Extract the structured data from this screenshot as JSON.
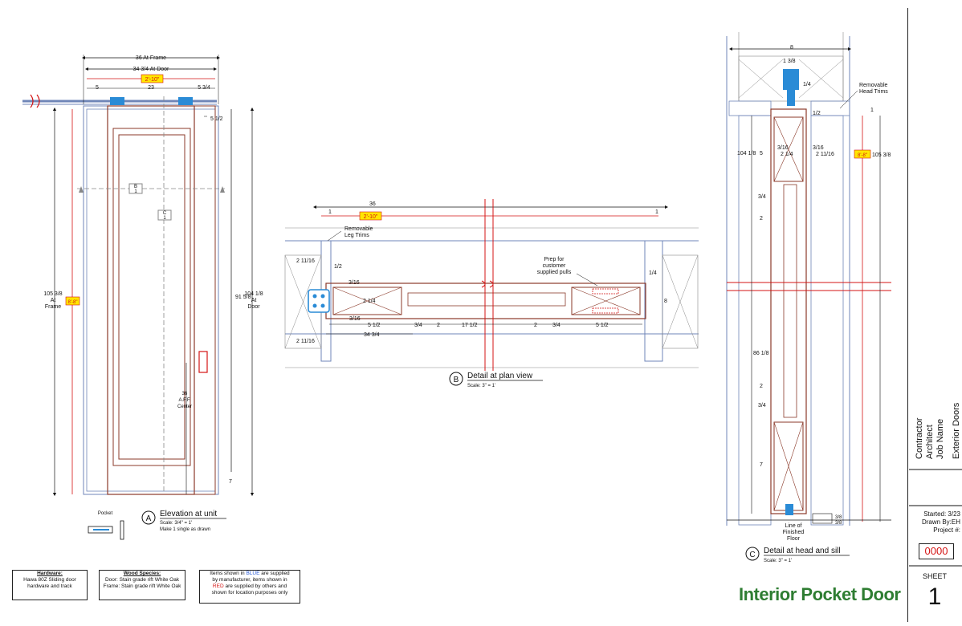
{
  "elevation": {
    "at_frame": "36 At Frame",
    "at_door": "34 3/4 At Door",
    "width_red": "2'-10\"",
    "dim_5": "5",
    "dim_23": "23",
    "dim_5_3_4": "5 3/4",
    "dim_5_1_2": "5 1/2",
    "height_frame": "105 3/8",
    "height_frame_at": "At",
    "height_frame_label": "Frame",
    "height_red": "8'-8\"",
    "height_door": "104 1/8",
    "height_door_at": "At",
    "height_door_label": "Door",
    "pocket_dim": "91 5/8",
    "bottom_dim": "7",
    "marker_b_top": "B",
    "marker_b_bottom": "1",
    "marker_c_top": "C",
    "marker_c_bottom": "1",
    "aff": "36\nA.F.F.\nCenter",
    "pocket_label": "Pocket",
    "bubble": "A",
    "title": "Elevation at unit",
    "scale": "Scale: 3/4\" = 1'",
    "note": "Make 1 single as drawn"
  },
  "plan": {
    "dim_36": "36",
    "dim_1_left": "1",
    "dim_1_right": "1",
    "width_red": "2'-10\"",
    "removable_leg_trims": "Removable\nLeg Trims",
    "prep_note": "Prep for\ncustomer\nsupplied pulls",
    "dim_2_11_16_top": "2 11/16",
    "dim_1_2": "1/2",
    "dim_3_16_top": "3/16",
    "dim_2_1_4": "2 1/4",
    "dim_3_16_bottom": "3/16",
    "dim_1_4": "1/4",
    "dim_8": "8",
    "dim_5_1_2_left": "5 1/2",
    "dim_3_4_a": "3/4",
    "dim_2_a": "2",
    "dim_17_1_2": "17 1/2",
    "dim_2_b": "2",
    "dim_3_4_b": "3/4",
    "dim_5_1_2_right": "5 1/2",
    "dim_34_3_4": "34 3/4",
    "dim_2_11_16_bottom": "2 11/16",
    "bubble": "B",
    "title": "Detail at plan view",
    "scale": "Scale: 3\" = 1'"
  },
  "section": {
    "dim_8": "8",
    "dim_1_3_8": "1 3/8",
    "dim_1_4": "1/4",
    "removable_head_trims": "Removable\nHead Trims",
    "dim_1_2": "1/2",
    "dim_1": "1",
    "dim_104_1_8": "104 1/8",
    "dim_5": "5",
    "dim_3_16_a": "3/16",
    "dim_2_1_4": "2 1/4",
    "dim_3_16_b": "3/16",
    "dim_2_11_16": "2 11/16",
    "height_red": "8'-8\"",
    "dim_105_3_8": "105 3/8",
    "dim_3_4_a": "3/4",
    "dim_2_a": "2",
    "dim_86_1_8": "86 1/8",
    "dim_2_b": "2",
    "dim_3_4_b": "3/4",
    "dim_7": "7",
    "dim_3_8_a": "3/8",
    "dim_3_8_b": "3/8",
    "floor_label": "Line of\nFinished\nFloor",
    "bubble": "C",
    "title": "Detail at head and sill",
    "scale": "Scale: 3\" = 1'"
  },
  "notes": {
    "hardware_title": "Hardware:",
    "hardware_body": "Hawa 80Z Sliding door\nhardware and track",
    "wood_title": "Wood Species:",
    "wood_body": "Door: Stain grade rift White Oak\nFrame: Stain grade rift White Oak",
    "legend_1": "Items shown in ",
    "legend_blue": "BLUE",
    "legend_2": " are supplied\nby manufacturer, items shown in\n",
    "legend_red": "RED",
    "legend_3": " are supplied by others and\nshown for location purposes only"
  },
  "title_block": {
    "contractor": "Contractor",
    "architect": "Architect",
    "job_name": "Job Name",
    "exterior_doors": "Exterior Doors",
    "started": "Started: 3/23",
    "drawn_by": "Drawn By:EH",
    "project": "Project #:",
    "project_number": "0000",
    "sheet_label": "SHEET",
    "sheet_number": "1",
    "main_title": "Interior Pocket Door"
  },
  "colors": {
    "wood": "#8b3a2a",
    "frame_blue": "#6f86b8",
    "hardware_blue": "#2a8bd6",
    "red": "#d41414",
    "title_green": "#2e7d32",
    "yellow_tag": "#ffe600"
  }
}
